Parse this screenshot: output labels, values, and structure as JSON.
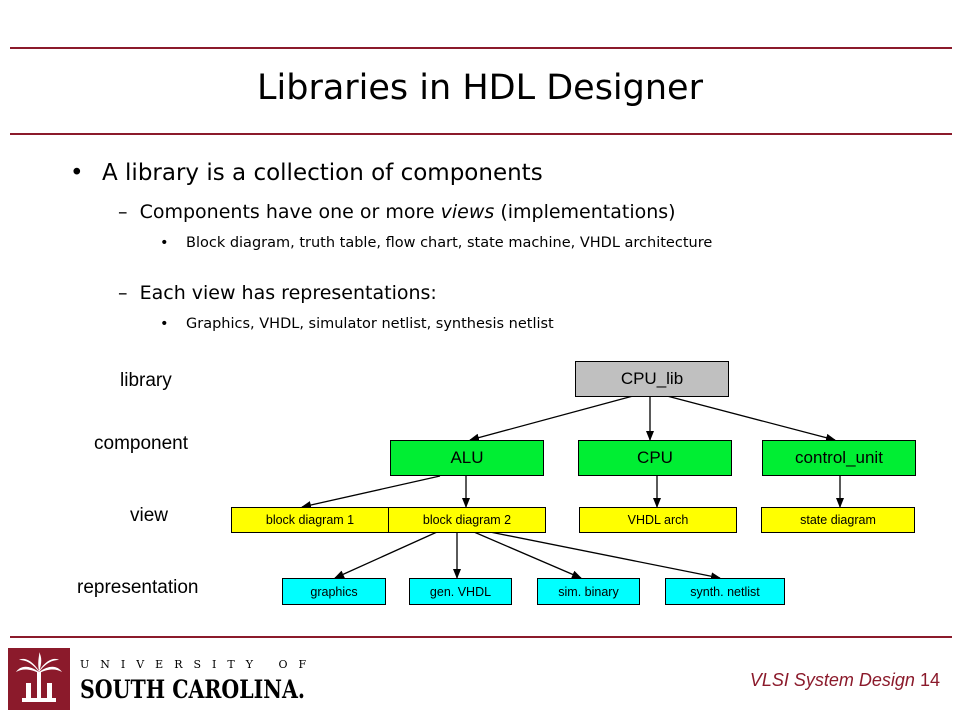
{
  "slide": {
    "title": "Libraries in HDL Designer",
    "bullet_main": "A library is a collection of components",
    "sub1_prefix": "Components have one or more ",
    "sub1_em": "views",
    "sub1_suffix": " (implementations)",
    "sub1_detail": "Block diagram, truth table, flow chart, state machine, VHDL architecture",
    "sub2": "Each view has representations:",
    "sub2_detail": "Graphics, VHDL, simulator netlist, synthesis netlist",
    "bullet_glyph": "•",
    "dash_glyph": "–"
  },
  "diagram": {
    "levels": {
      "library": "library",
      "component": "component",
      "view": "view",
      "representation": "representation"
    },
    "library_node": "CPU_lib",
    "components": [
      "ALU",
      "CPU",
      "control_unit"
    ],
    "views": [
      "block diagram 1",
      "block diagram 2",
      "VHDL arch",
      "state diagram"
    ],
    "representations": [
      "graphics",
      "gen. VHDL",
      "sim. binary",
      "synth. netlist"
    ]
  },
  "footer": {
    "course": "VLSI System Design",
    "page": "14"
  },
  "logo": {
    "top_text": "UNIVERSITY OF",
    "bottom_text": "SOUTH CAROLINA."
  },
  "colors": {
    "accent": "#8b1a2b",
    "library_box": "#c0c0c0",
    "component_box": "#00ee33",
    "view_box": "#ffff00",
    "representation_box": "#00ffff"
  }
}
